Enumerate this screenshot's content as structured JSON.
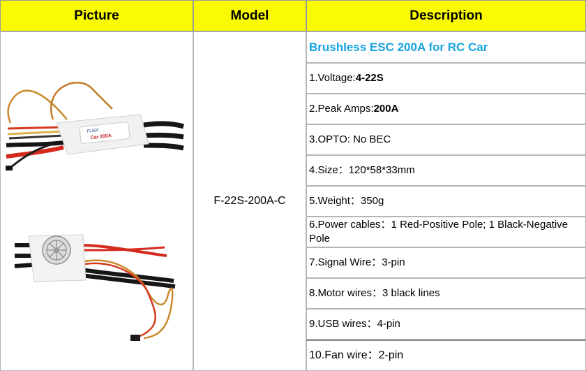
{
  "headers": {
    "picture": "Picture",
    "model": "Model",
    "description": "Description"
  },
  "model": "F-22S-200A-C",
  "title": "Brushless ESC 200A for RC Car",
  "rows": [
    {
      "label": "1.Voltage: ",
      "value": "4-22S"
    },
    {
      "label": "2.Peak Amps: ",
      "value": "200A"
    },
    {
      "label": "3.OPTO: No BEC",
      "value": ""
    },
    {
      "label": "4.Size：120*58*33mm",
      "value": ""
    },
    {
      "label": "5.Weight：350g",
      "value": ""
    },
    {
      "label": "6.Power cables：1 Red-Positive Pole; 1 Black-Negative Pole",
      "value": ""
    },
    {
      "label": "7.Signal Wire：3-pin",
      "value": ""
    },
    {
      "label": "8.Motor wires：3 black lines",
      "value": ""
    },
    {
      "label": "9.USB wires：4-pin",
      "value": ""
    },
    {
      "label": "10.Fan wire：2-pin",
      "value": ""
    }
  ],
  "esc_label": {
    "brand": "FLIER",
    "model": "Car 200A"
  },
  "colors": {
    "header_bg": "#fafb02",
    "title": "#16a3e0",
    "border": "#b5b5b5"
  }
}
